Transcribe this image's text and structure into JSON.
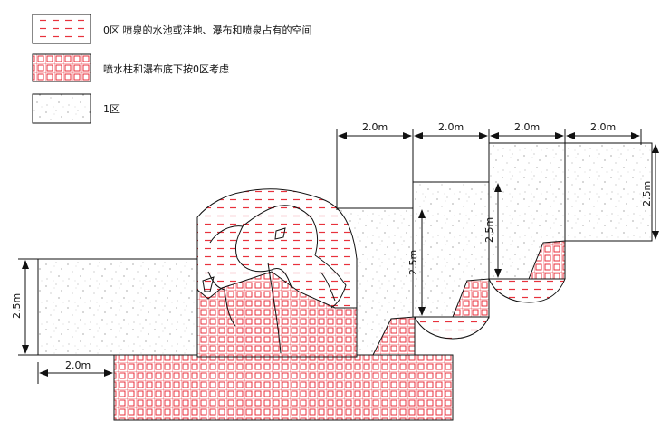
{
  "legend": {
    "zone0_label": "0区  喷泉的水池或洼地、瀑布和喷泉占有的空间",
    "zone0_under_label": "喷水柱和瀑布底下按0区考虑",
    "zone1_label": "1区"
  },
  "dimensions": {
    "top_1": "2.0m",
    "top_2": "2.0m",
    "top_3": "2.0m",
    "top_4": "2.0m",
    "left_height": "2.5m",
    "left_width": "2.0m",
    "step1_height": "2.5m",
    "step2_height": "2.5m",
    "right_height": "2.5m"
  },
  "colors": {
    "zone0_hatch": "#e8323c",
    "outline": "#111111"
  }
}
